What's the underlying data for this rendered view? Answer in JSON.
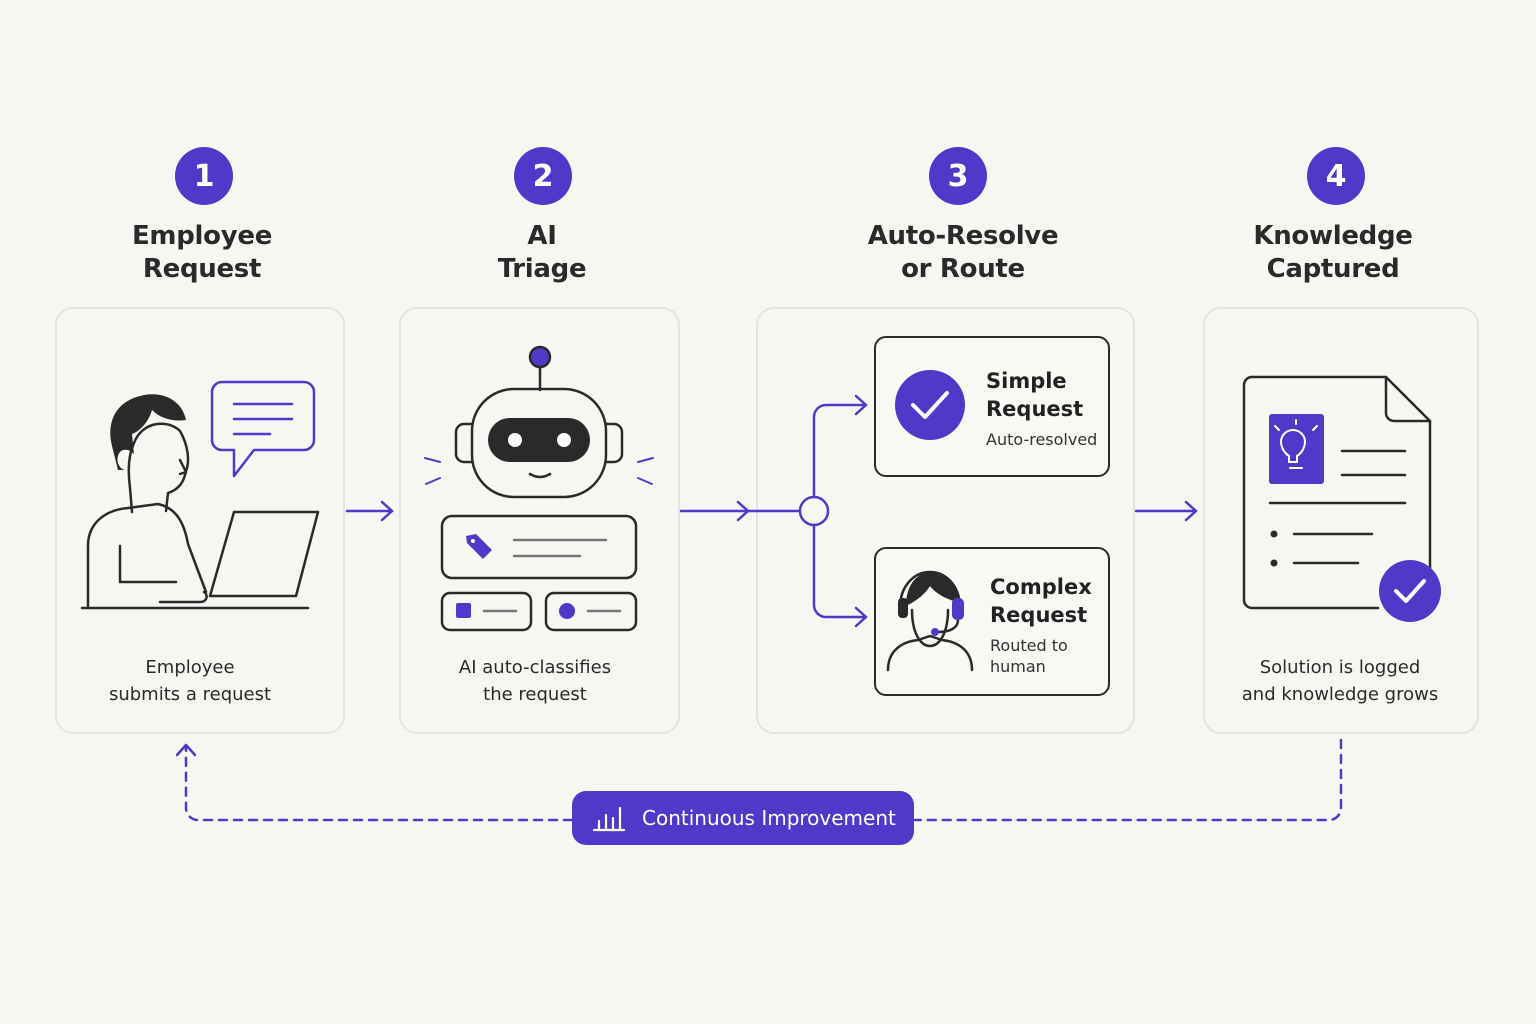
{
  "steps": [
    {
      "number": "1",
      "title_line1": "Employee",
      "title_line2": "Request",
      "caption_line1": "Employee",
      "caption_line2": "submits a request"
    },
    {
      "number": "2",
      "title_line1": "AI",
      "title_line2": "Triage",
      "caption_line1": "AI auto-classifies",
      "caption_line2": "the request"
    },
    {
      "number": "3",
      "title_line1": "Auto-Resolve",
      "title_line2": "or Route"
    },
    {
      "number": "4",
      "title_line1": "Knowledge",
      "title_line2": "Captured",
      "caption_line1": "Solution is logged",
      "caption_line2": "and knowledge grows"
    }
  ],
  "branches": {
    "simple": {
      "title_line1": "Simple",
      "title_line2": "Request",
      "sub": "Auto-resolved"
    },
    "complex": {
      "title_line1": "Complex",
      "title_line2": "Request",
      "sub_line1": "Routed to",
      "sub_line2": "human"
    }
  },
  "loop": {
    "label": "Continuous Improvement",
    "icon": "bar-chart-icon"
  },
  "colors": {
    "accent": "#5138c9",
    "background": "#f8f6f3",
    "stroke": "#2a2a2a",
    "card_border": "#e6e3de"
  }
}
